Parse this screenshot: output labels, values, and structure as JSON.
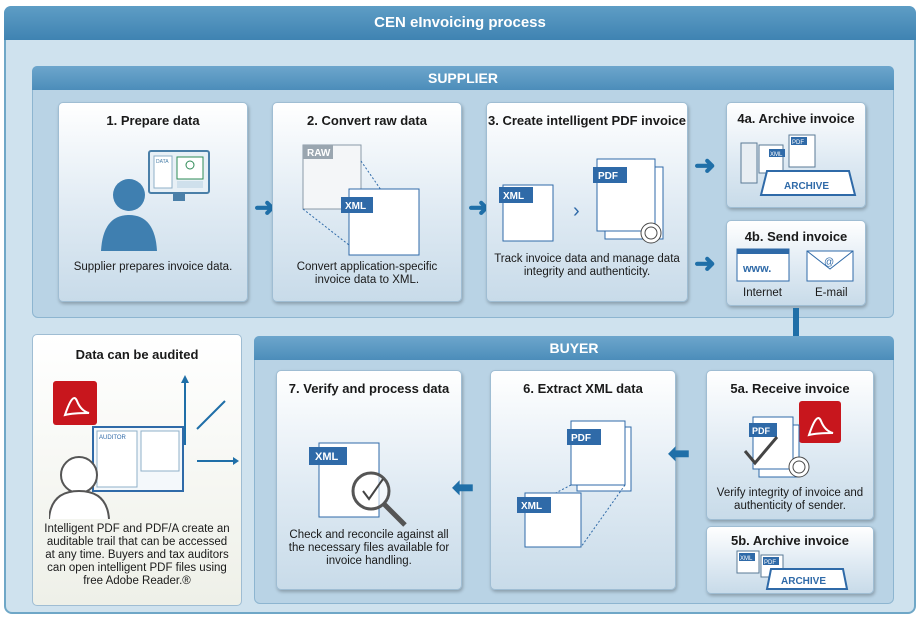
{
  "title": "CEN eInvoicing process",
  "supplier": {
    "label": "SUPPLIER",
    "steps": [
      {
        "title": "1. Prepare data",
        "desc": "Supplier prepares invoice data.",
        "screen_label": "DATA"
      },
      {
        "title": "2. Convert raw data",
        "desc": "Convert application-specific invoice data to XML.",
        "raw_tag": "RAW",
        "xml_tag": "XML"
      },
      {
        "title": "3. Create intelligent PDF invoice",
        "desc": "Track invoice data and manage data integrity and authenticity.",
        "xml_tag": "XML",
        "pdf_tag": "PDF"
      },
      {
        "title": "4a. Archive invoice",
        "tag": "ARCHIVE",
        "xml_tag": "XML",
        "pdf_tag": "PDF"
      },
      {
        "title": "4b. Send invoice",
        "channels": [
          "Internet",
          "E-mail"
        ],
        "url_text": "www.",
        "at_text": "@"
      }
    ]
  },
  "audit": {
    "title": "Data can be audited",
    "desc": "Intelligent PDF and PDF/A create an auditable trail that can be accessed at any time. Buyers and tax auditors can open intelligent PDF files using free Adobe Reader.®",
    "screen_label": "AUDITOR"
  },
  "buyer": {
    "label": "BUYER",
    "steps": [
      {
        "title": "5a. Receive invoice",
        "desc": "Verify integrity of invoice and authenticity of sender.",
        "pdf_tag": "PDF"
      },
      {
        "title": "5b. Archive invoice",
        "tag": "ARCHIVE",
        "xml_tag": "XML",
        "pdf_tag": "PDF"
      },
      {
        "title": "6. Extract XML data",
        "pdf_tag": "PDF",
        "xml_tag": "XML"
      },
      {
        "title": "7. Verify and process data",
        "desc": "Check and reconcile against all the necessary files available for invoice handling.",
        "xml_tag": "XML"
      }
    ]
  },
  "colors": {
    "accent": "#3f83b2",
    "arrow": "#1f6fa8",
    "pdf_red": "#c8161d"
  }
}
